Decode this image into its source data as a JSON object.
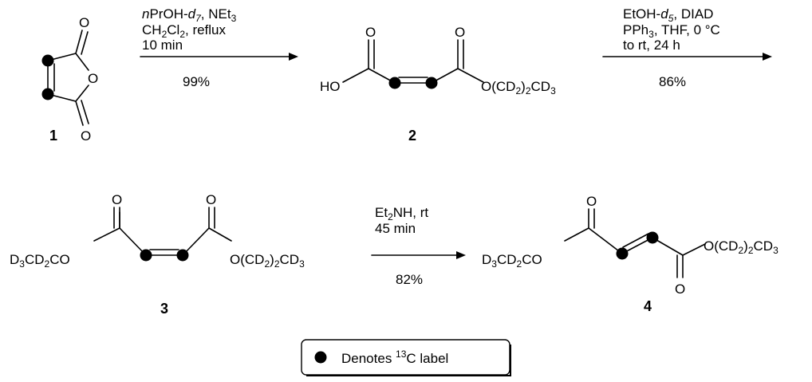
{
  "compounds": {
    "c1": {
      "label": "1",
      "atoms": {
        "o_top": "O",
        "o_ring": "O",
        "o_bottom": "O"
      }
    },
    "c2": {
      "label": "2",
      "atoms": {
        "o_left": "O",
        "o_right": "O",
        "acid": "HO",
        "ester": "O(CD2)2CD3"
      }
    },
    "c3": {
      "label": "3",
      "atoms": {
        "o_left": "O",
        "o_right": "O",
        "left": "D3CD2CO",
        "right": "O(CD2)2CD3"
      }
    },
    "c4": {
      "label": "4",
      "atoms": {
        "o_top": "O",
        "o_bottom": "O",
        "left": "D3CD2CO",
        "right": "O(CD2)2CD3"
      }
    }
  },
  "steps": {
    "s1": {
      "lines": [
        "nPrOH-d7, NEt3",
        "CH2Cl2, reflux",
        "10 min"
      ],
      "yield": "99%"
    },
    "s2": {
      "lines": [
        "EtOH-d5, DIAD",
        "PPh3, THF, 0 °C",
        "to rt, 24 h"
      ],
      "yield": "86%"
    },
    "s3": {
      "lines": [
        "Et2NH, rt",
        "45 min"
      ],
      "yield": "82%"
    }
  },
  "legend": {
    "text": "Denotes 13C label"
  }
}
